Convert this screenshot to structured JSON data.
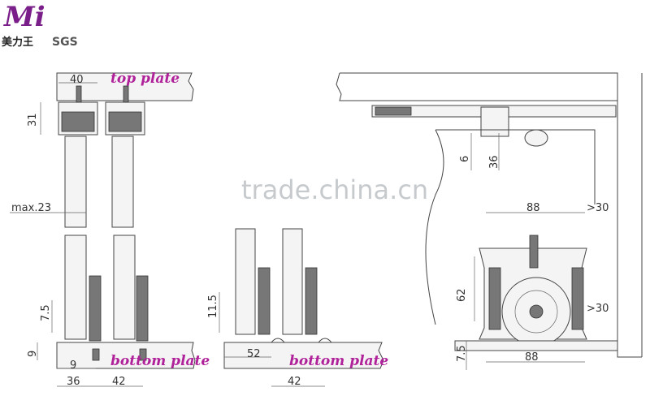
{
  "logo": {
    "mark": "Mi",
    "chinese": "美力王",
    "cert": "SGS"
  },
  "watermark": "trade.china.cn",
  "labels": {
    "top_plate": "top plate",
    "bottom_plate_left": "bottom plate",
    "bottom_plate_mid": "bottom plate"
  },
  "dimensions": {
    "top_width": "40",
    "top_height": "31",
    "max_gap": "max.23",
    "bottom_height_left": "7.5",
    "bottom_plate_thick": "9",
    "bottom_offset": "9",
    "bottom_w1": "36",
    "bottom_w2": "42",
    "mid_height": "11.5",
    "mid_offset": "52",
    "mid_w": "42",
    "right_top_gap": "6",
    "right_top_height": "36",
    "right_top_width": "88",
    "right_top_side": ">30",
    "right_bottom_height": "62",
    "right_bottom_side": ">30",
    "right_bottom_width": "88",
    "right_bottom_base": "7.5"
  }
}
